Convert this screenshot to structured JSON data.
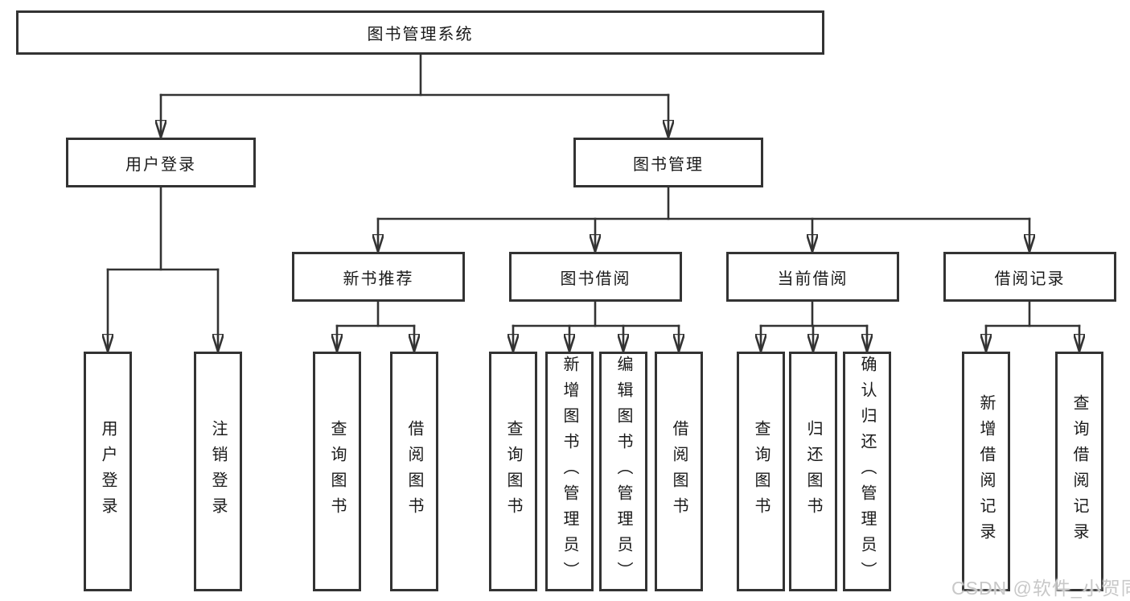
{
  "tree": {
    "root": "图书管理系统",
    "branches": [
      {
        "label": "用户登录",
        "leaves": [
          "用户登录",
          "注销登录"
        ]
      },
      {
        "label": "图书管理",
        "groups": [
          {
            "label": "新书推荐",
            "leaves": [
              "查询图书",
              "借阅图书"
            ]
          },
          {
            "label": "图书借阅",
            "leaves": [
              "查询图书",
              "新增图书（管理员）",
              "编辑图书（管理员）",
              "借阅图书"
            ]
          },
          {
            "label": "当前借阅",
            "leaves": [
              "查询图书",
              "归还图书",
              "确认归还（管理员）"
            ]
          },
          {
            "label": "借阅记录",
            "leaves": [
              "新增借阅记录",
              "查询借阅记录"
            ]
          }
        ]
      }
    ]
  },
  "watermark": "CSDN @软件_小贺同学",
  "colors": {
    "background": "#ffffff",
    "box_border": "#333333",
    "connector_line": "#333333",
    "label_text": "#1a1a1a",
    "watermark_text": "#c8c8c8"
  }
}
